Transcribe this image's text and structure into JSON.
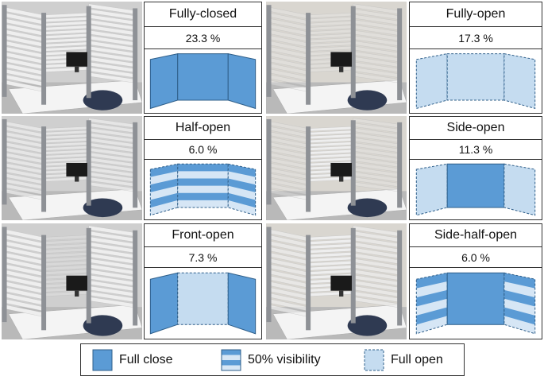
{
  "colors": {
    "full_close": "#5b9bd5",
    "full_open": "#c5dcf0",
    "stripe_light": "#d6e6f5",
    "edge": "#2f5f8a"
  },
  "panels": [
    {
      "title": "Fully-closed",
      "percent": "23.3 %",
      "config": [
        "close",
        "close",
        "close"
      ]
    },
    {
      "title": "Fully-open",
      "percent": "17.3 %",
      "config": [
        "open",
        "open",
        "open"
      ]
    },
    {
      "title": "Half-open",
      "percent": "6.0 %",
      "config": [
        "half",
        "half",
        "half"
      ]
    },
    {
      "title": "Side-open",
      "percent": "11.3 %",
      "config": [
        "open",
        "close",
        "open"
      ]
    },
    {
      "title": "Front-open",
      "percent": "7.3 %",
      "config": [
        "close",
        "open",
        "close"
      ]
    },
    {
      "title": "Side-half-open",
      "percent": "6.0 %",
      "config": [
        "half",
        "close",
        "half"
      ]
    }
  ],
  "legend": {
    "full_close": "Full close",
    "half": "50% visibility",
    "full_open": "Full open"
  }
}
